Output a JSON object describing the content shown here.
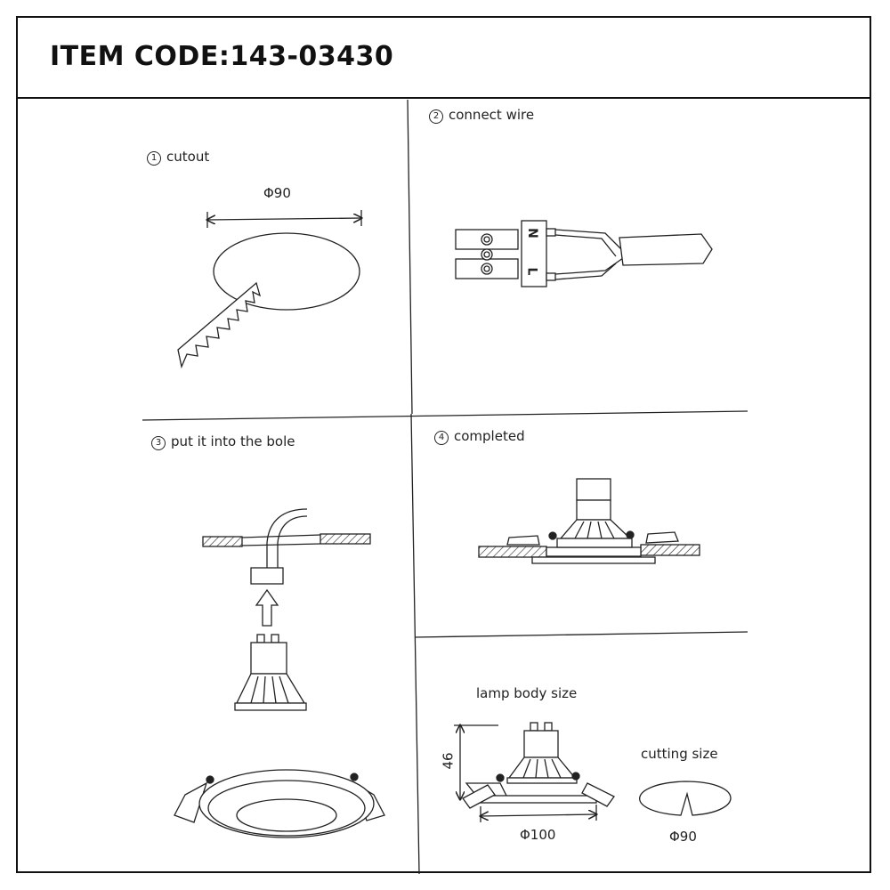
{
  "header": {
    "item_code": "ITEM CODE:143-03430"
  },
  "steps": [
    {
      "number": "1",
      "label": "cutout"
    },
    {
      "number": "2",
      "label": "connect wire"
    },
    {
      "number": "3",
      "label": "put it into the bole"
    },
    {
      "number": "4",
      "label": "completed"
    }
  ],
  "cutout": {
    "diameter": "Φ90"
  },
  "connect_wire": {
    "terminal_n": "N",
    "terminal_l": "L"
  },
  "size": {
    "lamp_body_label": "lamp body size",
    "height": "46",
    "body_diameter": "Φ100",
    "cutting_label": "cutting size",
    "cutting_diameter": "Φ90"
  }
}
